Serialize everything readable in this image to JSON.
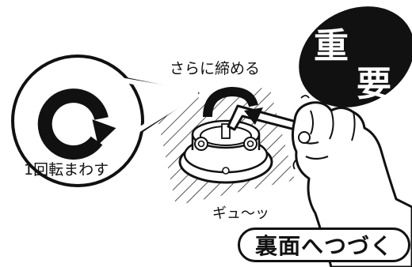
{
  "badge": {
    "line1": "重",
    "line2": "要"
  },
  "labels": {
    "tighten_more": "さらに締める",
    "turn_once": "1回転まわす",
    "squeak": "ギュ〜ッ"
  },
  "continue_button": {
    "label": "裏面へつづく"
  },
  "icons": {
    "rotate": "clockwise-rotation-arrow-icon",
    "tool": "hex-key-wrench-icon"
  },
  "colors": {
    "ink": "#111111",
    "paper": "#ffffff"
  }
}
